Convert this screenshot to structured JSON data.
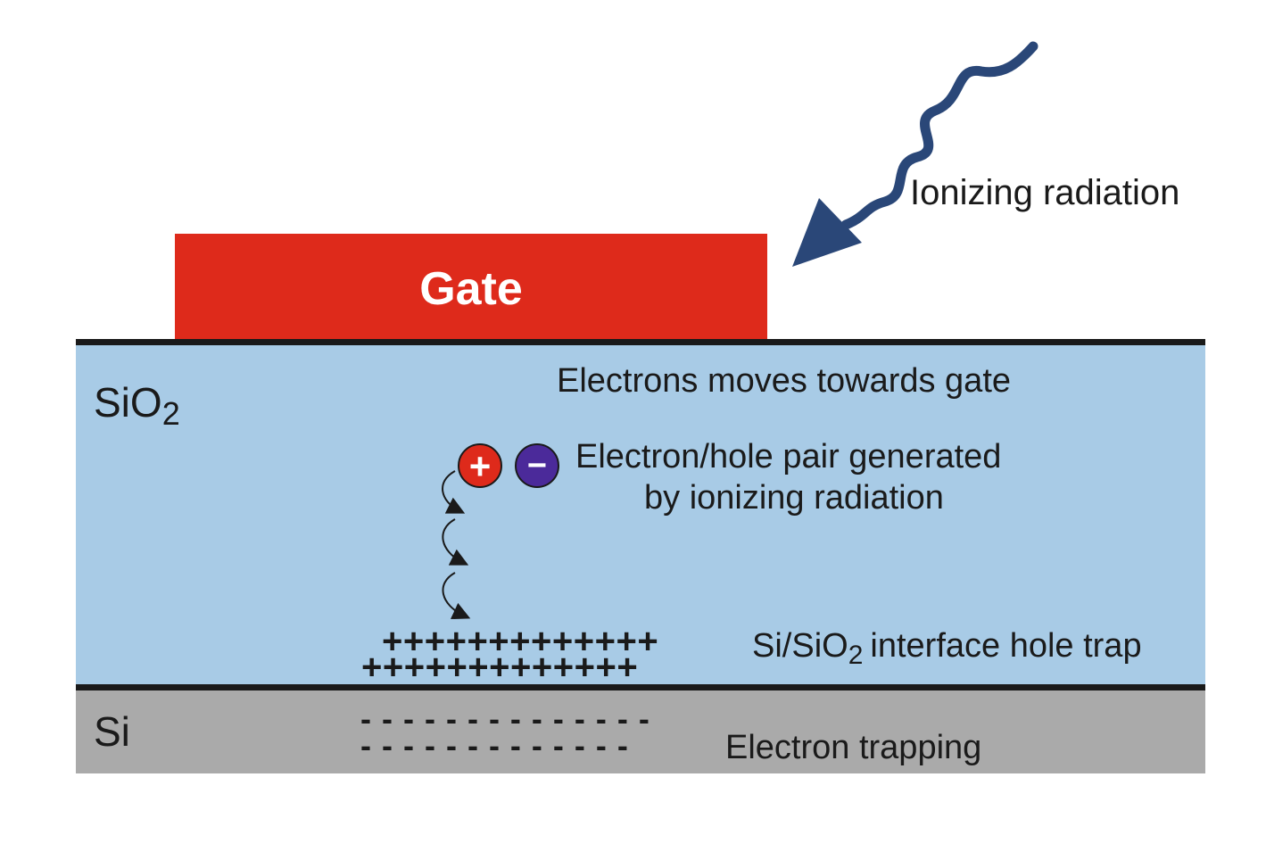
{
  "layers": {
    "gate": {
      "label": "Gate",
      "color": "#de2a1b"
    },
    "oxide": {
      "label": "SiO",
      "subscript": "2",
      "color": "#a8cbe6"
    },
    "substrate": {
      "label": "Si",
      "color": "#aaaaaa"
    },
    "boundary_color": "#1a1a1a"
  },
  "radiation": {
    "label": "Ionizing radiation",
    "color": "#2a4778",
    "icon": "wavy-arrow-icon"
  },
  "annotations": {
    "electrons_move": "Electrons moves towards gate",
    "pair_line1": "Electron/hole pair generated",
    "pair_line2": "by ionizing radiation",
    "hole_trap_prefix": "Si/SiO",
    "hole_trap_sub": "2",
    "hole_trap_suffix": "interface hole trap",
    "electron_trapping": "Electron trapping"
  },
  "charges": {
    "hole": {
      "symbol": "+",
      "color": "#de2a1b"
    },
    "electron": {
      "symbol": "−",
      "color": "#4b2a9a"
    },
    "hole_trap_row1": "+++++++++++++",
    "hole_trap_row2": "+++++++++++++",
    "electron_trap_row1": "- - - - - - - - - - - - - -",
    "electron_trap_row2": "- - - - - - - - - - - - -"
  }
}
